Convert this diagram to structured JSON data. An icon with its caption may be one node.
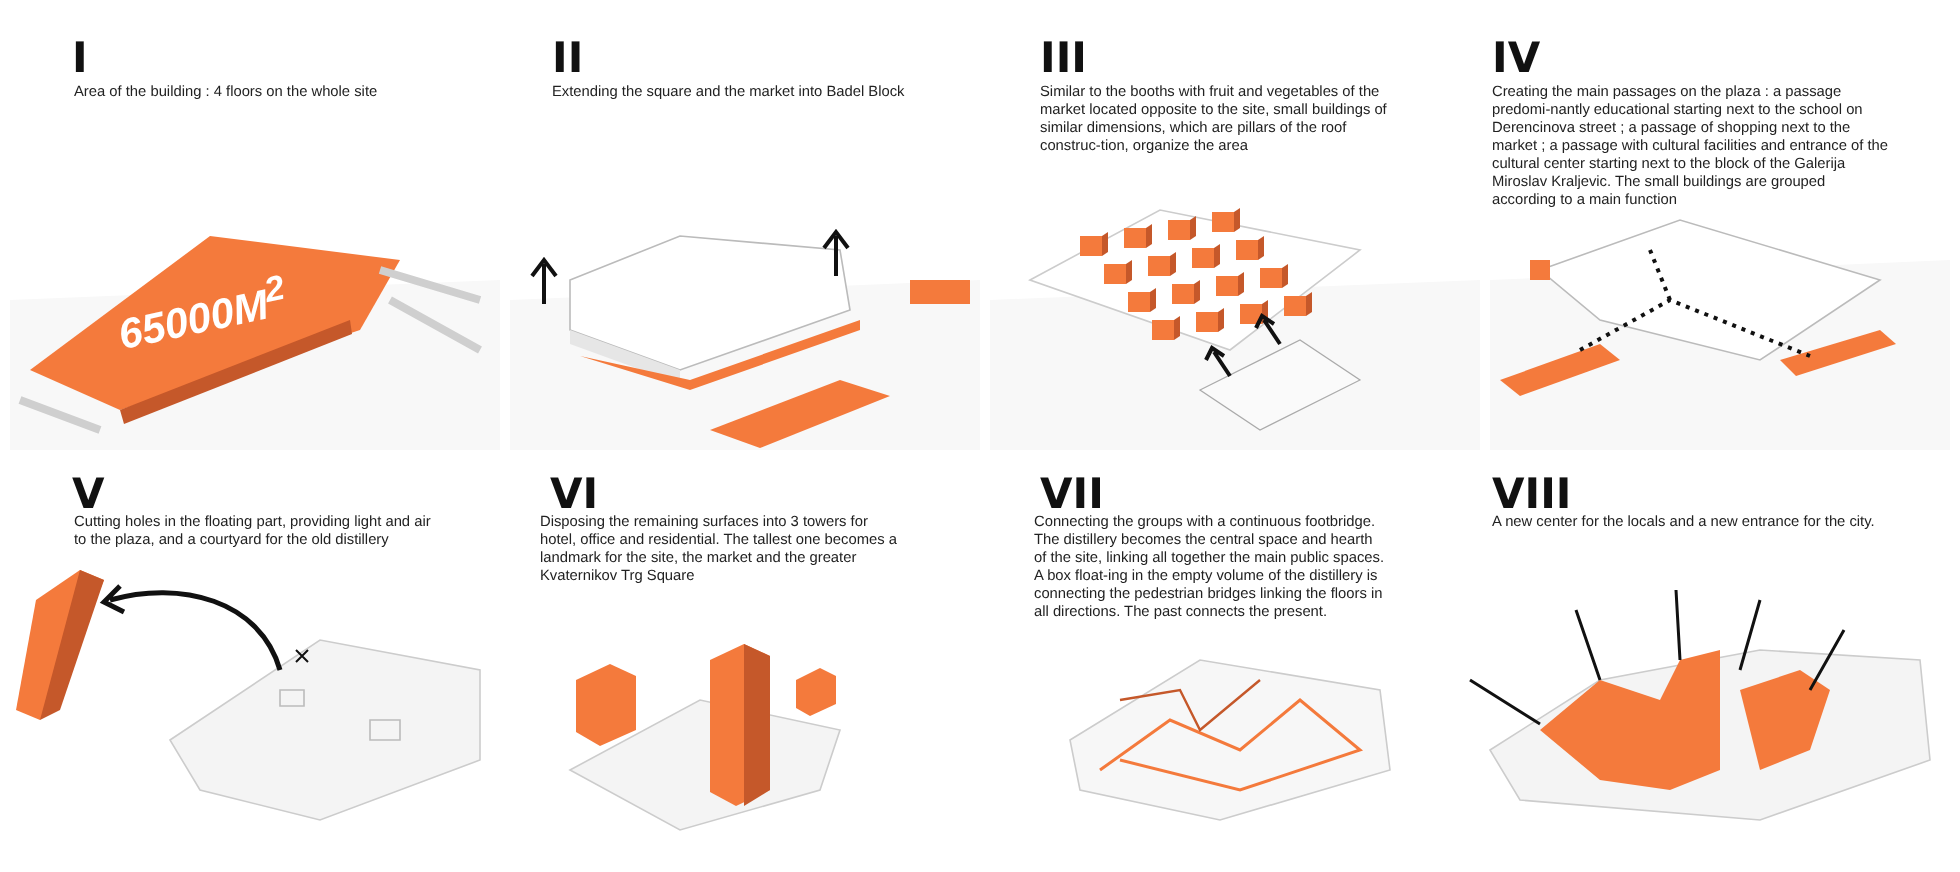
{
  "diagram": {
    "labels": [
      "I",
      "Area of the building : 4 floors on the whole site",
      "II",
      "Extending the square and the market into Badel Block",
      "III",
      "Similar to the booths with fruit and vegetables of the market located opposite to the site, small buildings of similar dimensions, which are pillars of the roof construc-tion, organize the area",
      "IV",
      "Creating the main passages on the plaza : a passage predomi-nantly educational starting next to the school on Derencinova street ; a passage of shopping next to the market ; a passage with cultural facilities and entrance of the cultural center starting next to the block of the Galerija Miroslav Kraljevic. The small buildings are grouped according to a main function",
      "65000M$^{2}$",
      "V",
      "Cutting holes in the floating part, providing light and air to the plaza, and a courtyard for the old distillery",
      "VI",
      "Disposing the remaining surfaces into 3 towers for hotel, office and residential. The tallest one becomes a landmark for the site, the market and the greater Kvaternikov Trg Square",
      "VII",
      "Connecting the groups with a continuous footbridge. The distillery becomes the central space and hearth of the site, linking all together the main public spaces. A box float-ing in the empty volume of the distillery is connecting the pedestrian bridges linking the floors in all directions. The past connects the present.",
      "VIII",
      "A new center for the locals and a new entrance for the city."
    ]
  }
}
